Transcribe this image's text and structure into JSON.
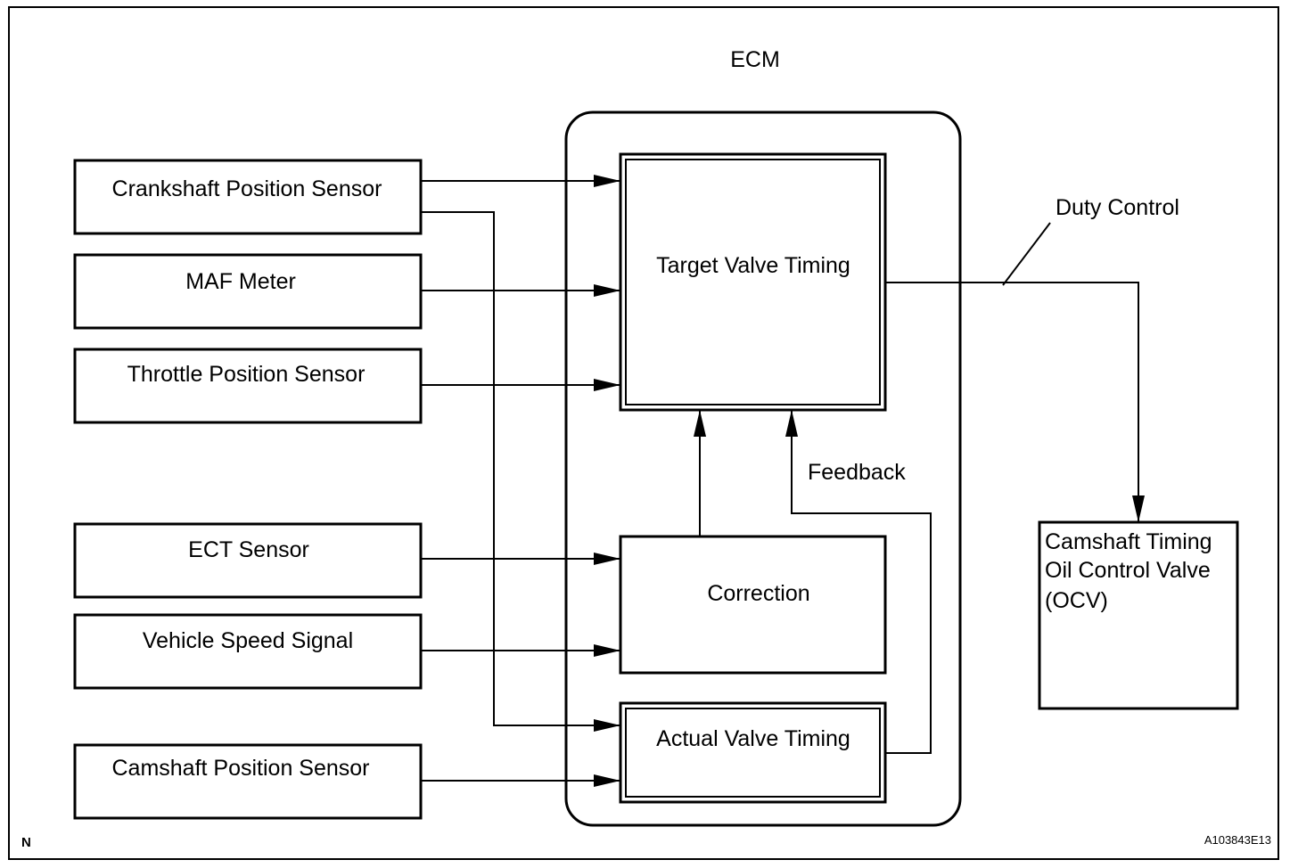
{
  "ecm": {
    "label": "ECM"
  },
  "inputs": {
    "crankshaft": "Crankshaft Position Sensor",
    "maf": "MAF Meter",
    "throttle": "Throttle Position Sensor",
    "ect": "ECT Sensor",
    "vehicle_speed": "Vehicle Speed Signal",
    "camshaft": "Camshaft Position Sensor"
  },
  "blocks": {
    "target": "Target Valve Timing",
    "correction": "Correction",
    "actual": "Actual Valve Timing"
  },
  "labels": {
    "feedback": "Feedback",
    "duty_control": "Duty Control"
  },
  "output": {
    "line1": "Camshaft Timing",
    "line2": "Oil Control Valve",
    "line3": "(OCV)"
  },
  "footer": {
    "corner_mark": "N",
    "figure_id": "A103843E13"
  }
}
